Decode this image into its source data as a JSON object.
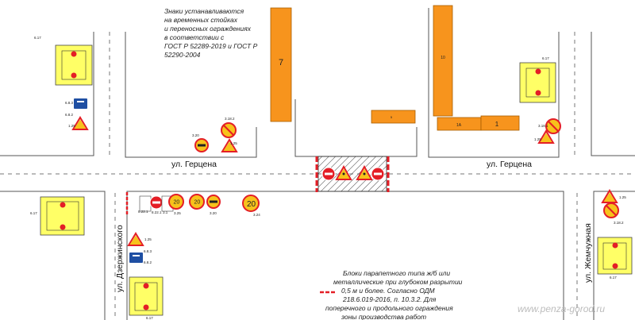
{
  "note_top": [
    "Знаки устанавливаются",
    "на временных стойках",
    "и переносных  ограждениях",
    "в соответствии с",
    "ГОСТ Р 52289-2019 и ГОСТ Р",
    "52290-2004"
  ],
  "note_bottom": [
    "Блоки парапетного типа ж/б или",
    "металлические при глубоком разрытии",
    "0,5 м и более. Согласно ОДМ",
    "218.6.019-2016, п. 10.3.2. Для",
    "поперечного и продольного ограждения",
    "зоны производства работ"
  ],
  "streets": {
    "gertsena_left": "ул. Герцена",
    "gertsena_right": "ул. Герцена",
    "dzerzhinskogo": "ул. Дзержинского",
    "zhemchuzhnaya": "ул. Жемчужная"
  },
  "buildings": {
    "b7": "7",
    "b10": "10",
    "b5": "5",
    "b1a": "1А",
    "b1": "1"
  },
  "sign_codes": {
    "tl_panel": "6.17",
    "tl_blue": "6.8.3",
    "tl_blue2": "6.8.2",
    "tl_warn": "1.25",
    "c_20_top": "3.24",
    "c_noover_top": "3.20",
    "c_noturn": "3.18.2",
    "c_warn_mid": "1.25",
    "r_panel": "6.17",
    "r_noturn": "3.18.1",
    "r_warn": "1.25",
    "l_panel": "6.17",
    "l_row1": "8.22.1",
    "l_row2": "8.22.1",
    "l_row3": "3.1",
    "l_row4": "3.25",
    "l_row5": "3.20",
    "l_row6": "3.24",
    "bl_warn": "1.25",
    "bl_blue": "6.8.3",
    "bl_blue2": "6.8.2",
    "bl_panel": "6.17",
    "rr_warn": "1.25",
    "rr_noturn": "3.18.2",
    "rr_panel": "6.17"
  },
  "speed_signs": [
    "20",
    "20",
    "20"
  ],
  "watermark": "www.penza-gorod.ru",
  "colors": {
    "building": "#f7941d",
    "panel": "#ffff66",
    "sign_red": "#e41e26",
    "sign_blue": "#1f4fa3",
    "barrier": "#e41e26"
  }
}
